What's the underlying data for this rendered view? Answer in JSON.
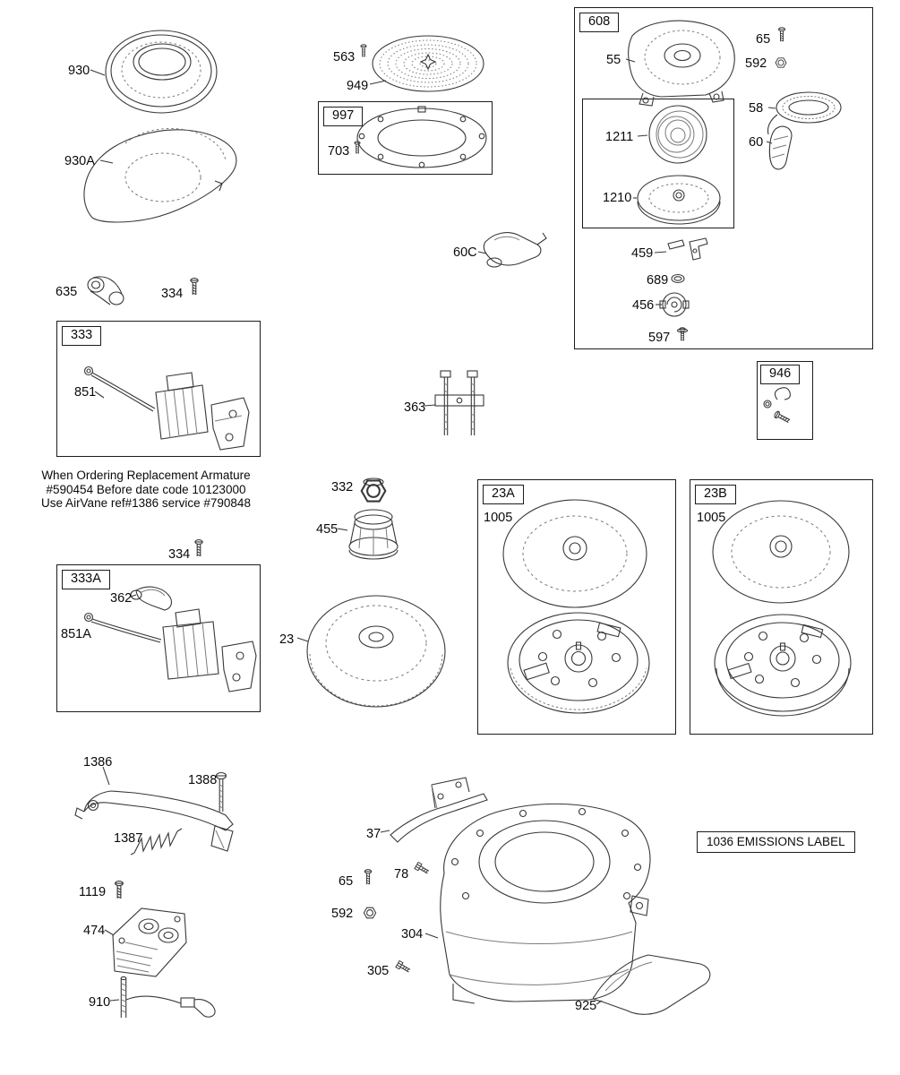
{
  "figure": {
    "background": "#ffffff",
    "line_color": "#383838",
    "texture_color": "#7a7a7a"
  },
  "callouts": {
    "p930": "930",
    "p930a": "930A",
    "p563": "563",
    "p949": "949",
    "p997": "997",
    "p703": "703",
    "p60c": "60C",
    "p608": "608",
    "p55": "55",
    "p65a": "65",
    "p592a": "592",
    "p58": "58",
    "p60": "60",
    "p1211": "1211",
    "p1210": "1210",
    "p459": "459",
    "p689": "689",
    "p456": "456",
    "p597": "597",
    "p946": "946",
    "p635": "635",
    "p334a": "334",
    "p333": "333",
    "p851": "851",
    "p334b": "334",
    "p333a": "333A",
    "p362": "362",
    "p851a": "851A",
    "p363": "363",
    "p332": "332",
    "p455": "455",
    "p23": "23",
    "p23a": "23A",
    "p1005a": "1005",
    "p23b": "23B",
    "p1005b": "1005",
    "p1386": "1386",
    "p1388": "1388",
    "p1387": "1387",
    "p1119": "1119",
    "p474": "474",
    "p910": "910",
    "p37": "37",
    "p65b": "65",
    "p78": "78",
    "p592b": "592",
    "p304": "304",
    "p305": "305",
    "p925": "925",
    "p1036": "1036 EMISSIONS LABEL"
  },
  "note": {
    "line1": "When Ordering Replacement Armature",
    "line2": "#590454 Before date code 10123000",
    "line3": "Use AirVane ref#1386 service #790848"
  }
}
